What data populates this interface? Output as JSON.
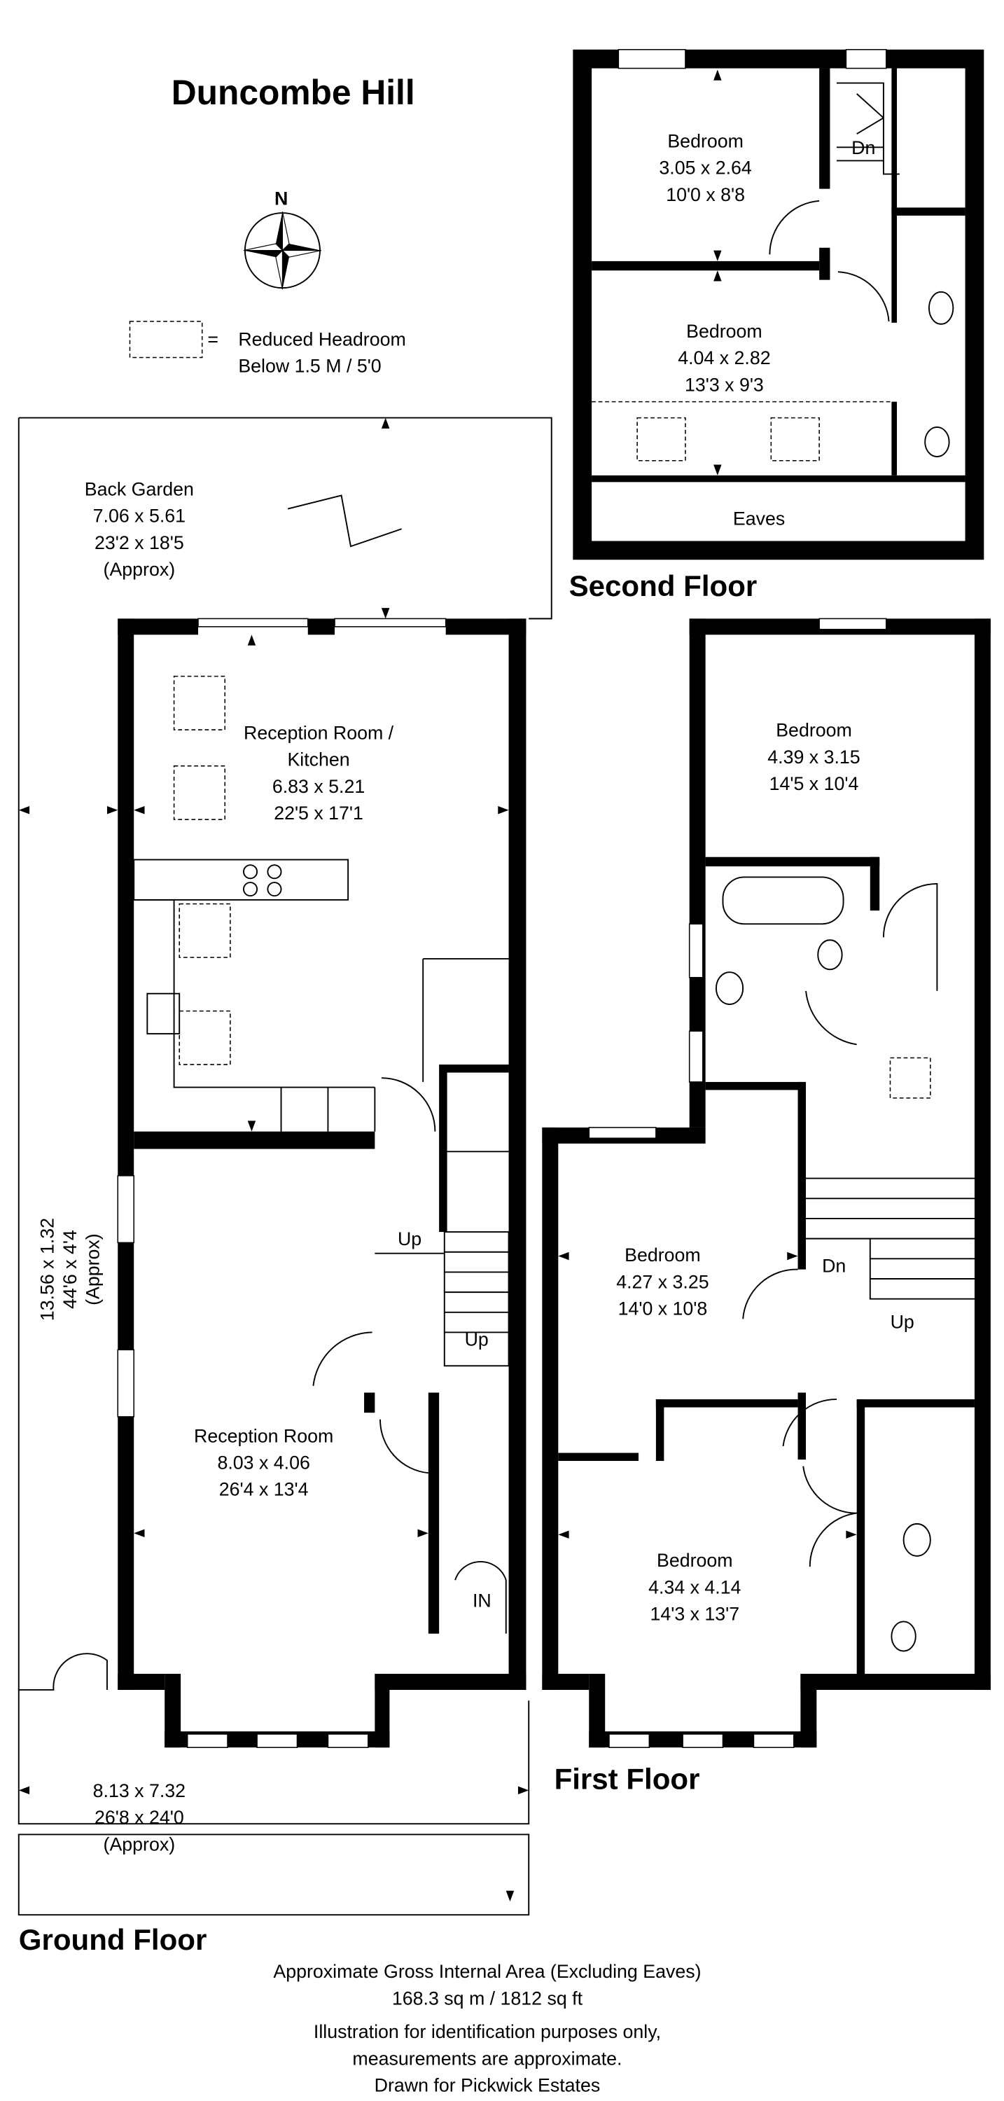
{
  "title": "Duncombe Hill",
  "compass": {
    "label": "N"
  },
  "legend": {
    "symbol": "=",
    "line1": "Reduced Headroom",
    "line2": "Below 1.5 M / 5'0"
  },
  "second_floor": {
    "label": "Second Floor",
    "rooms": [
      {
        "name": "Bedroom",
        "metric": "3.05 x 2.64",
        "imperial": "10'0 x 8'8"
      },
      {
        "name": "Bedroom",
        "metric": "4.04 x 2.82",
        "imperial": "13'3 x 9'3"
      },
      {
        "name": "Eaves"
      }
    ],
    "stairs": "Dn"
  },
  "ground_floor": {
    "label": "Ground Floor",
    "back_garden": {
      "name": "Back Garden",
      "metric": "7.06 x 5.61",
      "imperial": "23'2 x 18'5",
      "note": "(Approx)"
    },
    "side": {
      "metric": "13.56 x 1.32",
      "imperial": "44'6 x 4'4",
      "note": "(Approx)"
    },
    "kitchen": {
      "name1": "Reception Room /",
      "name2": "Kitchen",
      "metric": "6.83 x 5.21",
      "imperial": "22'5 x 17'1"
    },
    "reception": {
      "name": "Reception Room",
      "metric": "8.03 x 4.06",
      "imperial": "26'4 x 13'4"
    },
    "front_garden": {
      "metric": "8.13 x 7.32",
      "imperial": "26'8 x 24'0",
      "note": "(Approx)"
    },
    "stairs_up_1": "Up",
    "stairs_up_2": "Up",
    "entrance": "IN"
  },
  "first_floor": {
    "label": "First Floor",
    "rooms": [
      {
        "name": "Bedroom",
        "metric": "4.39 x 3.15",
        "imperial": "14'5 x 10'4"
      },
      {
        "name": "Bedroom",
        "metric": "4.27 x 3.25",
        "imperial": "14'0 x 10'8"
      },
      {
        "name": "Bedroom",
        "metric": "4.34 x 4.14",
        "imperial": "14'3 x 13'7"
      }
    ],
    "stairs_dn": "Dn",
    "stairs_up": "Up"
  },
  "footer": {
    "area_label": "Approximate Gross Internal Area (Excluding Eaves)",
    "area_value": "168.3 sq m / 1812 sq ft",
    "disclaimer1": "Illustration for identification purposes only,",
    "disclaimer2": "measurements are approximate.",
    "credit": "Drawn for Pickwick Estates"
  }
}
